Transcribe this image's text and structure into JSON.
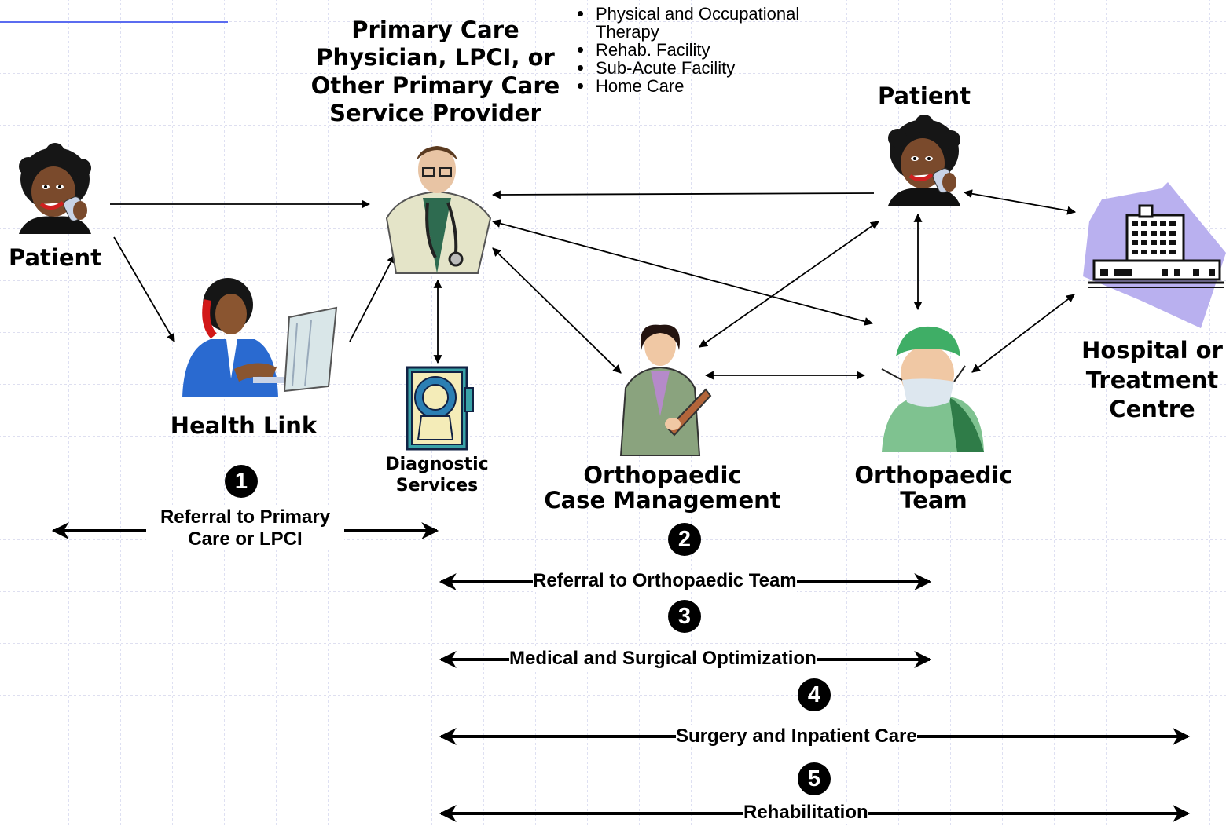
{
  "colors": {
    "grid_line": "#c9cce8",
    "accent_rule": "#5b6cf0",
    "arrow": "#000000",
    "hospital_backdrop": "#b9b0ef"
  },
  "roles": {
    "patient_left": "Patient",
    "health_link": "Health Link",
    "primary_care": [
      "Primary Care",
      "Physician, LPCI,  or",
      "Other Primary Care",
      "Service Provider"
    ],
    "diagnostic": [
      "Diagnostic",
      "Services"
    ],
    "case_management": [
      "Orthopaedic",
      "Case Management"
    ],
    "ortho_team": [
      "Orthopaedic",
      "Team"
    ],
    "patient_right": "Patient",
    "hospital": [
      "Hospital or",
      "Treatment",
      "Centre"
    ]
  },
  "rehab_options": [
    "Physical and Occupational",
    "Therapy",
    "Rehab. Facility",
    "Sub-Acute Facility",
    "Home Care"
  ],
  "stages": [
    {
      "number": "1",
      "lines": [
        "Referral to Primary",
        "Care or LPCI"
      ]
    },
    {
      "number": "2",
      "lines": [
        "Referral to Orthopaedic Team"
      ]
    },
    {
      "number": "3",
      "lines": [
        "Medical and Surgical Optimization"
      ]
    },
    {
      "number": "4",
      "lines": [
        "Surgery and Inpatient Care"
      ]
    },
    {
      "number": "5",
      "lines": [
        "Rehabilitation"
      ]
    }
  ],
  "icons": {
    "patient_left": "patient-phone-icon",
    "health_link": "receptionist-phone-icon",
    "physician": "physician-stethoscope-icon",
    "diagnostic": "mri-scanner-icon",
    "case_manager": "case-manager-clipboard-icon",
    "surgeon": "surgeon-mask-icon",
    "patient_right": "patient-phone-icon",
    "hospital": "hospital-building-icon"
  }
}
